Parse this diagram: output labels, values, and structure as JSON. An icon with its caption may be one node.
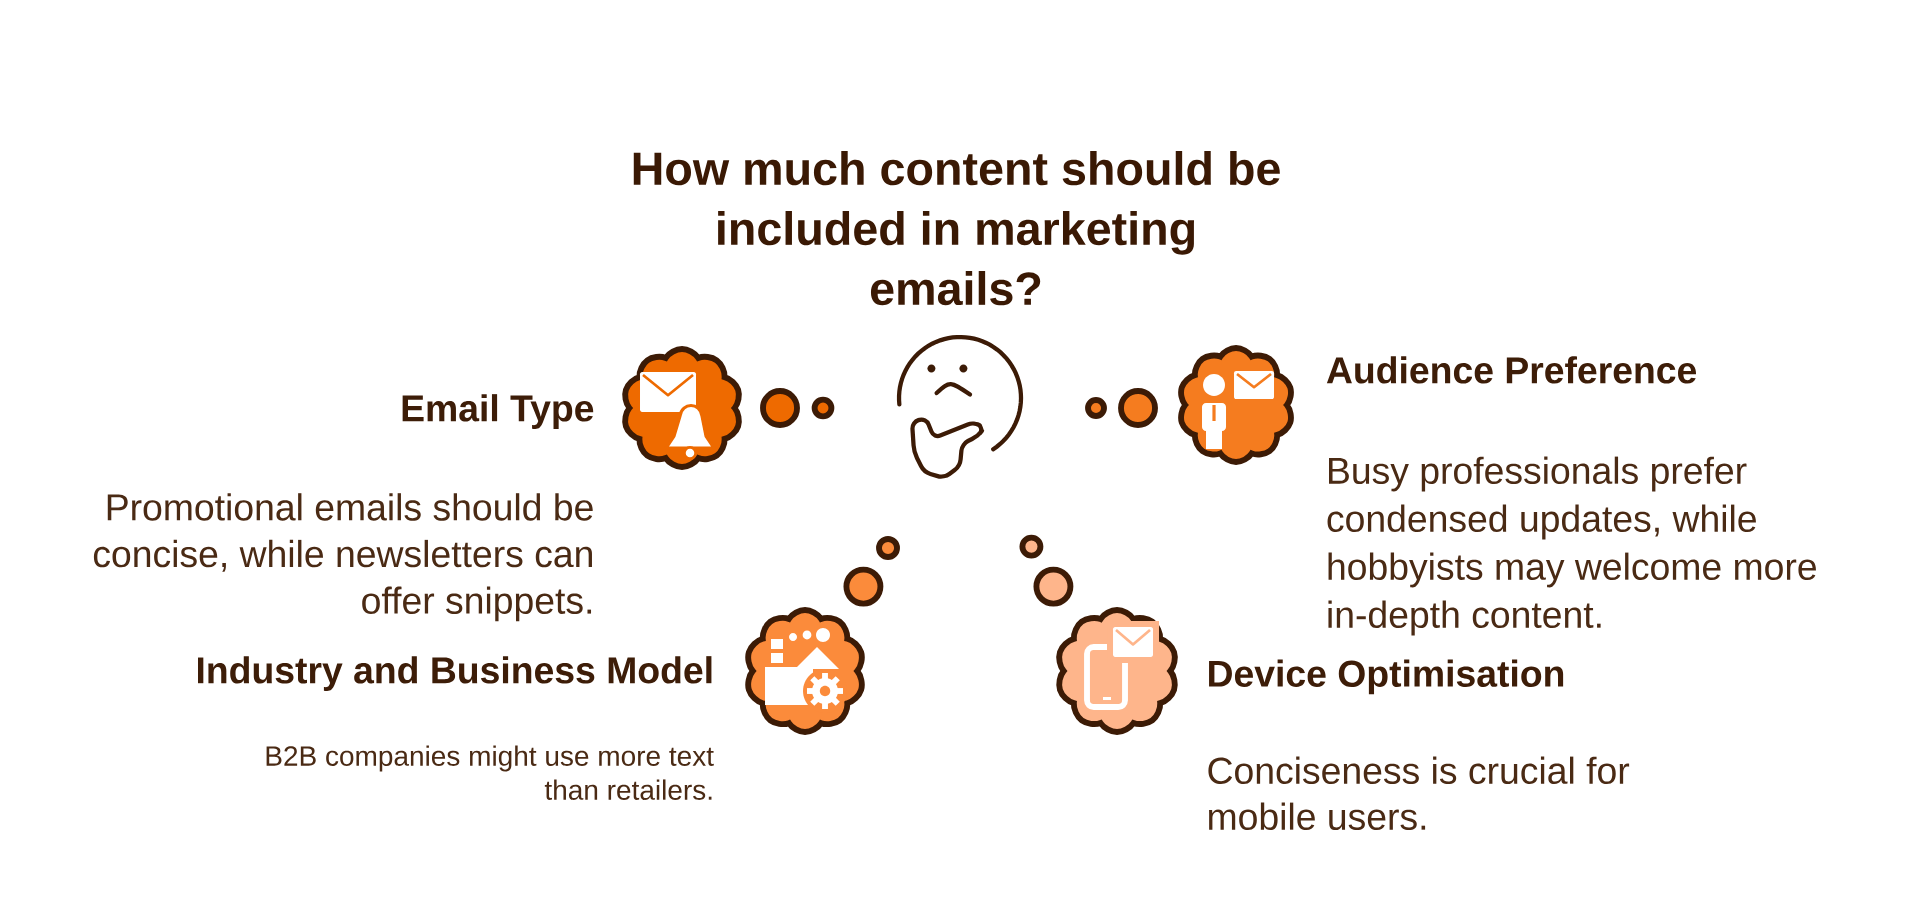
{
  "diagram": {
    "title": "How much content should be included in marketing emails?",
    "nodes": [
      {
        "text": [
          "Email Type",
          "Promotional emails should be concise, while newsletters can offer snippets."
        ]
      },
      {
        "text": [],
        "shape": "picture"
      },
      {
        "text": [
          "Audience Preference",
          "Busy professionals prefer condensed updates, while hobbyists may welcome more in-depth content."
        ]
      },
      {
        "text": [
          "Industry and Business Model",
          "B2B companies might use more text than retailers."
        ]
      },
      {
        "text": [
          "Device Optimisation",
          "Conciseness is crucial for mobile users."
        ]
      }
    ]
  }
}
